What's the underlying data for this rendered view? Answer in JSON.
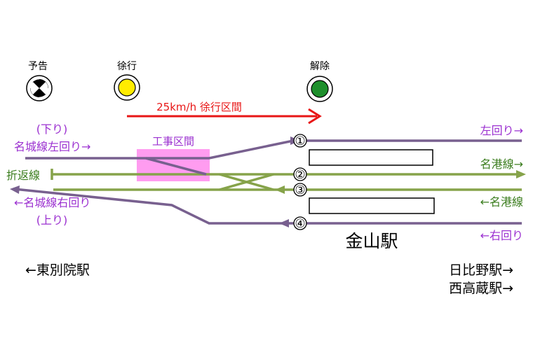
{
  "signals": {
    "advance": {
      "label": "予告",
      "aspect": "caution-quadrants"
    },
    "slow": {
      "label": "徐行",
      "aspect": "yellow"
    },
    "release": {
      "label": "解除",
      "aspect": "green"
    }
  },
  "speed_limit": {
    "label": "25km/h 徐行区間"
  },
  "construction": {
    "label": "工事区間"
  },
  "tracks": {
    "t1": {
      "number": "①"
    },
    "t2": {
      "number": "②"
    },
    "t3": {
      "number": "③"
    },
    "t4": {
      "number": "④"
    }
  },
  "labels": {
    "down_paren": "(下り)",
    "meijo_left": "名城線左回り→",
    "turnback": "折返線",
    "meijo_right": "←名城線右回り",
    "up_paren": "(上り)",
    "left_loop": "左回り→",
    "meiko_out": "名港線→",
    "meiko_in": "←名港線",
    "right_loop": "←右回り",
    "station": "金山駅",
    "to_higashi_betsuin": "←東別院駅",
    "to_hibino": "日比野駅→",
    "to_nishitakakura": "西高蔵駅→"
  },
  "colors": {
    "meijo": "#78608f",
    "meiko": "#86a34a",
    "purple_text": "#9b30d0",
    "green_text": "#3b7d1e",
    "speed_arrow": "#e81616",
    "construction_fill": "#ff9cf0",
    "signal_yellow": "#ffec00",
    "signal_green": "#1e8f2c"
  }
}
